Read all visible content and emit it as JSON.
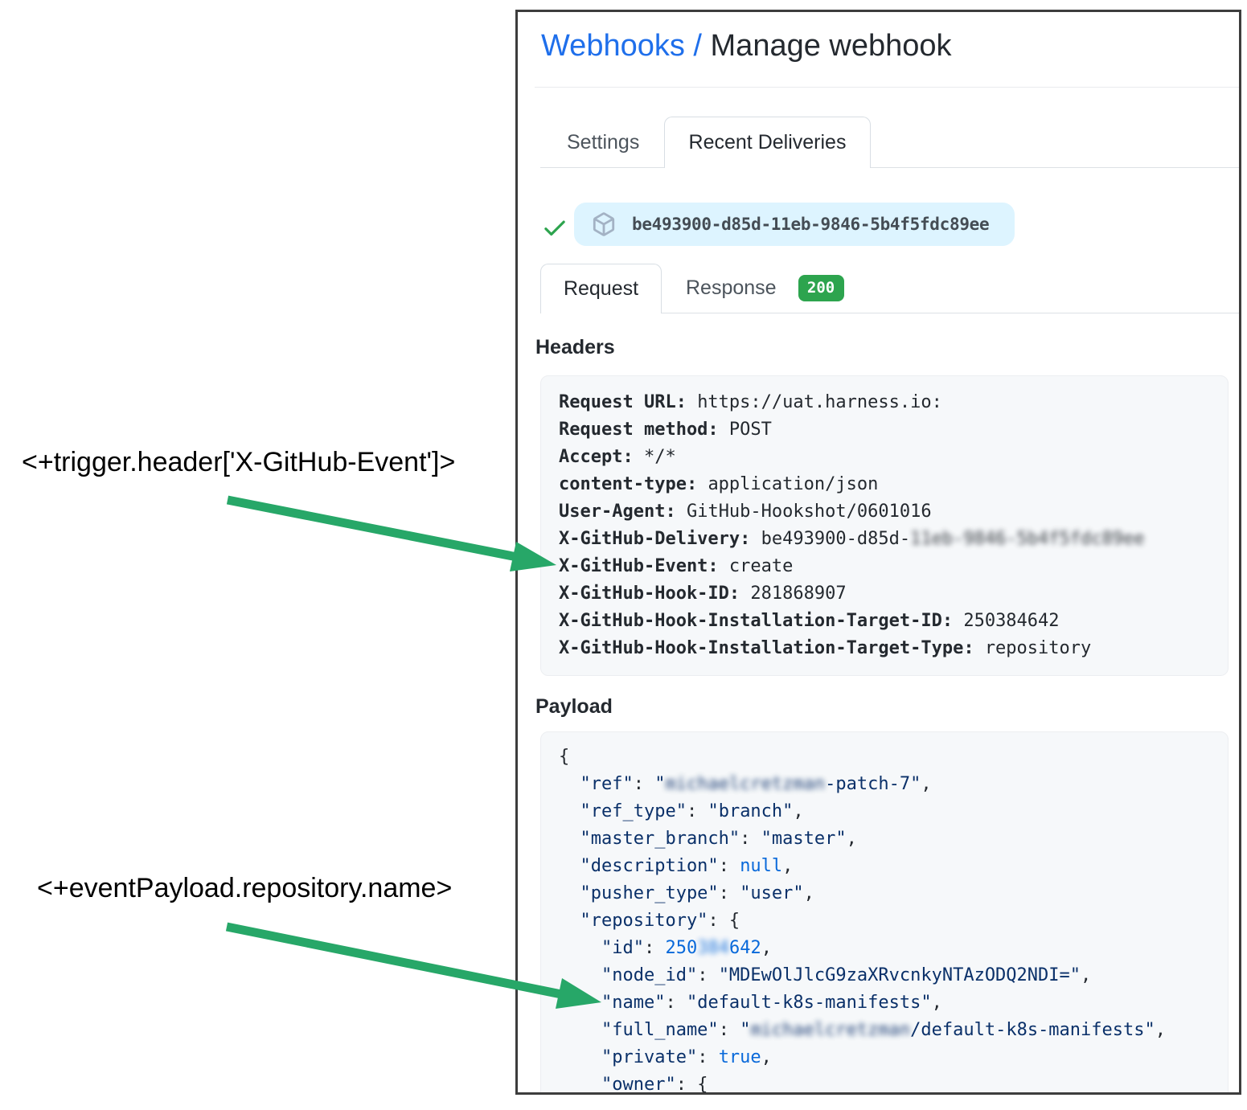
{
  "annotations": {
    "trigger_expression": "<+trigger.header['X-GitHub-Event']>",
    "payload_expression": "<+eventPayload.repository.name>"
  },
  "page": {
    "breadcrumb_link": "Webhooks /",
    "title": " Manage webhook"
  },
  "tabs": {
    "settings": "Settings",
    "recent_deliveries": "Recent Deliveries"
  },
  "delivery": {
    "id": "be493900-d85d-11eb-9846-5b4f5fdc89ee",
    "status_icon": "check-icon",
    "item_icon": "package-icon"
  },
  "detail_tabs": {
    "request": "Request",
    "response": "Response",
    "response_status": "200"
  },
  "headers_section": {
    "title": "Headers",
    "rows": [
      {
        "key": "Request URL:",
        "value": "https://uat.harness.io:"
      },
      {
        "key": "Request method:",
        "value": "POST"
      },
      {
        "key": "Accept:",
        "value": "*/*"
      },
      {
        "key": "content-type:",
        "value": "application/json"
      },
      {
        "key": "User-Agent:",
        "value": "GitHub-Hookshot/0601016"
      },
      {
        "key": "X-GitHub-Delivery:",
        "value": "be493900-d85d-",
        "blurred": "11eb-9846-5b4f5fdc89ee"
      },
      {
        "key": "X-GitHub-Event:",
        "value": "create"
      },
      {
        "key": "X-GitHub-Hook-ID:",
        "value": "281868907"
      },
      {
        "key": "X-GitHub-Hook-Installation-Target-ID:",
        "value": "250384642"
      },
      {
        "key": "X-GitHub-Hook-Installation-Target-Type:",
        "value": "repository"
      }
    ]
  },
  "payload_section": {
    "title": "Payload",
    "lines": [
      [
        [
          "p",
          "{"
        ]
      ],
      [
        [
          "t",
          "  \"ref\""
        ],
        [
          "p",
          ": "
        ],
        [
          "t",
          "\""
        ],
        [
          "t blur",
          "michaelcretzman"
        ],
        [
          "t",
          "-patch-7\""
        ],
        [
          "p",
          ","
        ]
      ],
      [
        [
          "t",
          "  \"ref_type\""
        ],
        [
          "p",
          ": "
        ],
        [
          "t",
          "\"branch\""
        ],
        [
          "p",
          ","
        ]
      ],
      [
        [
          "t",
          "  \"master_branch\""
        ],
        [
          "p",
          ": "
        ],
        [
          "t",
          "\"master\""
        ],
        [
          "p",
          ","
        ]
      ],
      [
        [
          "t",
          "  \"description\""
        ],
        [
          "p",
          ": "
        ],
        [
          "n",
          "null"
        ],
        [
          "p",
          ","
        ]
      ],
      [
        [
          "t",
          "  \"pusher_type\""
        ],
        [
          "p",
          ": "
        ],
        [
          "t",
          "\"user\""
        ],
        [
          "p",
          ","
        ]
      ],
      [
        [
          "t",
          "  \"repository\""
        ],
        [
          "p",
          ": {"
        ]
      ],
      [
        [
          "t",
          "    \"id\""
        ],
        [
          "p",
          ": "
        ],
        [
          "n",
          "250"
        ],
        [
          "n blur",
          "384"
        ],
        [
          "n",
          "642"
        ],
        [
          "p",
          ","
        ]
      ],
      [
        [
          "t",
          "    \"node_id\""
        ],
        [
          "p",
          ": "
        ],
        [
          "t",
          "\"MDEwOlJlcG9zaXRvcnkyNTAzODQ2NDI=\""
        ],
        [
          "p",
          ","
        ]
      ],
      [
        [
          "t",
          "    \"name\""
        ],
        [
          "p",
          ": "
        ],
        [
          "t",
          "\"default-k8s-manifests\""
        ],
        [
          "p",
          ","
        ]
      ],
      [
        [
          "t",
          "    \"full_name\""
        ],
        [
          "p",
          ": "
        ],
        [
          "t",
          "\""
        ],
        [
          "t blur",
          "michaelcretzman"
        ],
        [
          "t",
          "/default-k8s-manifests\""
        ],
        [
          "p",
          ","
        ]
      ],
      [
        [
          "t",
          "    \"private\""
        ],
        [
          "p",
          ": "
        ],
        [
          "n",
          "true"
        ],
        [
          "p",
          ","
        ]
      ],
      [
        [
          "t",
          "    \"owner\""
        ],
        [
          "p",
          ": {"
        ]
      ]
    ]
  },
  "colors": {
    "link_blue": "#1f6feb",
    "arrow_green": "#27a768",
    "status_badge_green": "#2da44e",
    "check_green": "#2da44e",
    "delivery_pill_blue": "#ddf4ff",
    "json_string_navy": "#0a3069",
    "json_literal_blue": "#0969da",
    "code_background": "#f6f8fa"
  }
}
